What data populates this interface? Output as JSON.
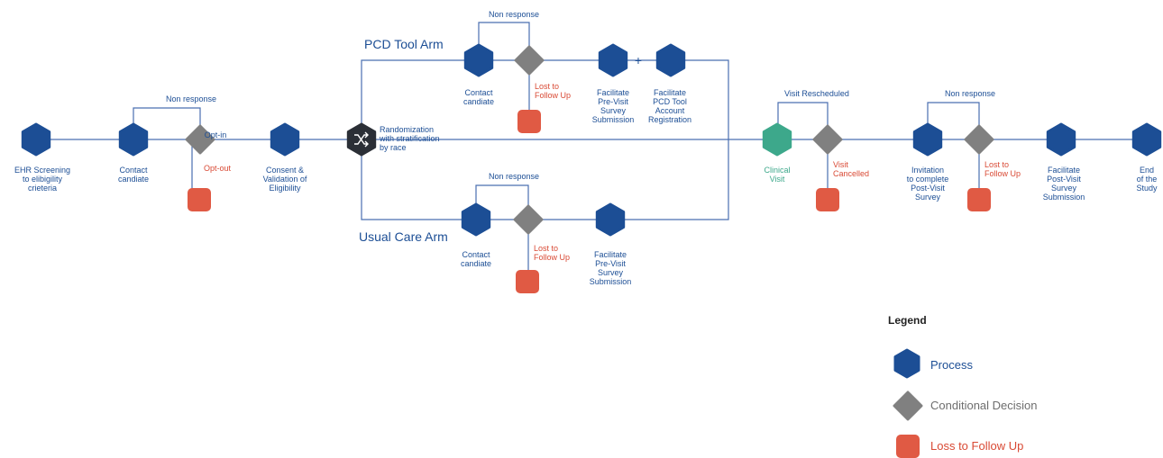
{
  "colors": {
    "process": "#1c4e95",
    "decision": "#808080",
    "loss": "#e05a44",
    "clinical": "#3da88b",
    "line": "#4a6fb0",
    "blue_text": "#1c4e95",
    "red_text": "#d94a35",
    "green_text": "#3da88b",
    "gray_text": "#6e6e6e",
    "dark_node": "#2b2f36"
  },
  "nodes": {
    "ehr": [
      "EHR Screening",
      "to elibigility",
      "crieteria"
    ],
    "contact1": [
      "Contact",
      "candiate"
    ],
    "consent": [
      "Consent &",
      "Validation of",
      "Eligibility"
    ],
    "randomization": [
      "Randomization",
      "with stratification",
      "by race"
    ],
    "pcd_contact": [
      "Contact",
      "candiate"
    ],
    "pcd_previsit": [
      "Facilitate",
      "Pre-Visit",
      "Survey",
      "Submission"
    ],
    "pcd_registration": [
      "Facilitate",
      "PCD Tool",
      "Account",
      "Registration"
    ],
    "uc_contact": [
      "Contact",
      "candiate"
    ],
    "uc_previsit": [
      "Facilitate",
      "Pre-Visit",
      "Survey",
      "Submission"
    ],
    "clinical": [
      "Clinical",
      "Visit"
    ],
    "invitation": [
      "Invitation",
      "to complete",
      "Post-Visit",
      "Survey"
    ],
    "postvisit": [
      "Facilitate",
      "Post-Visit",
      "Survey",
      "Submission"
    ],
    "end": [
      "End",
      "of the",
      "Study"
    ]
  },
  "loss_labels": {
    "optout": [
      "Opt-out"
    ],
    "pcd_lost": [
      "Lost to",
      "Follow Up"
    ],
    "uc_lost": [
      "Lost to",
      "Follow Up"
    ],
    "visit_cancelled": [
      "Visit",
      "Cancelled"
    ],
    "post_lost": [
      "Lost to",
      "Follow Up"
    ]
  },
  "edge_labels": {
    "non_response": "Non response",
    "opt_in": "Opt-in",
    "visit_rescheduled": "Visit Rescheduled",
    "plus": "+"
  },
  "arms": {
    "pcd": "PCD Tool Arm",
    "usual": "Usual Care Arm"
  },
  "legend": {
    "title": "Legend",
    "process": "Process",
    "decision": "Conditional Decision",
    "loss": "Loss to Follow Up"
  }
}
